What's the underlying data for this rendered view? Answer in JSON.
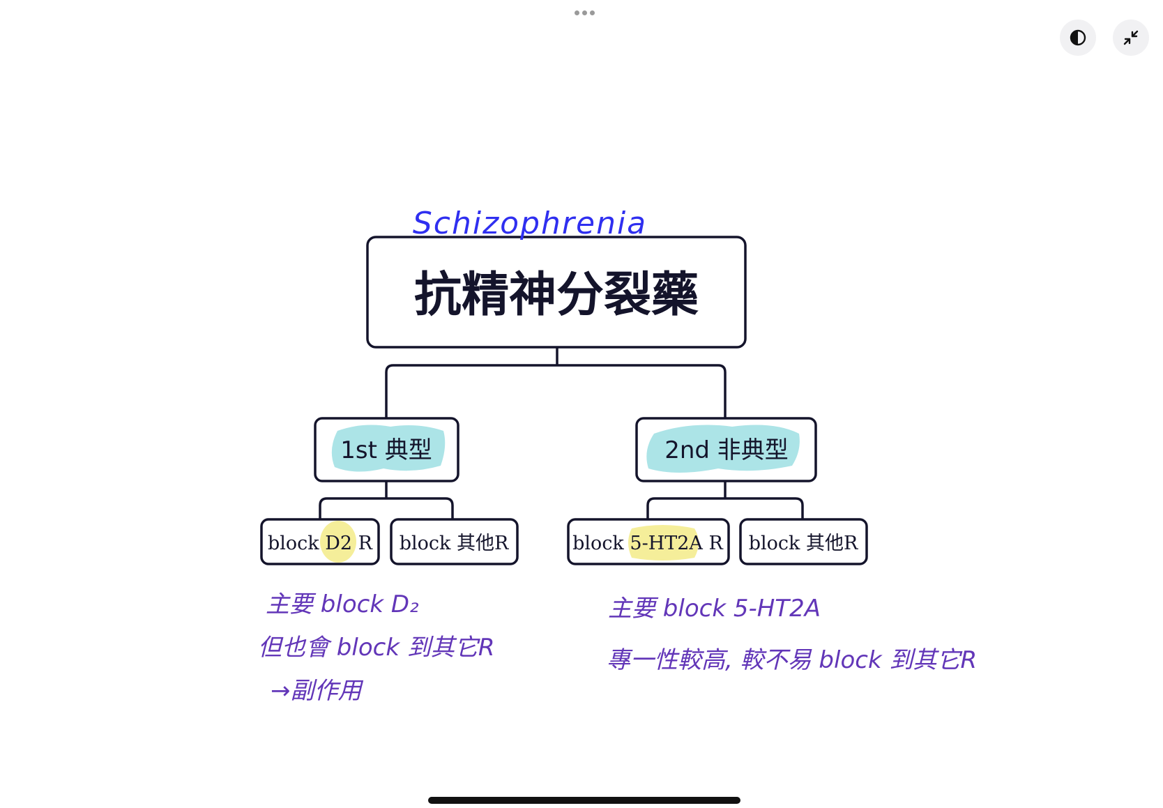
{
  "toolbar": {
    "contrast_icon": "contrast-icon",
    "collapse_icon": "collapse-icon"
  },
  "diagram": {
    "root": {
      "title": "抗精神分裂藥",
      "annotation": "Schizophrenia"
    },
    "branches": [
      {
        "label": "1st 典型",
        "children": [
          {
            "prefix": "block ",
            "highlight": "D2",
            "suffix": " R"
          },
          {
            "prefix": "block 其他R",
            "highlight": "",
            "suffix": ""
          }
        ],
        "notes": [
          "主要 block D₂",
          "但也會 block 到其它R",
          "→副作用"
        ]
      },
      {
        "label": "2nd 非典型",
        "children": [
          {
            "prefix": "block ",
            "highlight": "5-HT2A",
            "suffix": " R"
          },
          {
            "prefix": "block 其他R",
            "highlight": "",
            "suffix": ""
          }
        ],
        "notes": [
          "主要 block 5-HT2A",
          "專一性較高, 較不易 block 到其它R"
        ]
      }
    ]
  },
  "colors": {
    "box_stroke": "#14142b",
    "cyan_highlight": "#a8e3e6",
    "yellow_highlight": "#f5ee9a",
    "blue_ink": "#2f2ff0",
    "purple_ink": "#6236b8",
    "text_dark": "#14142b"
  }
}
